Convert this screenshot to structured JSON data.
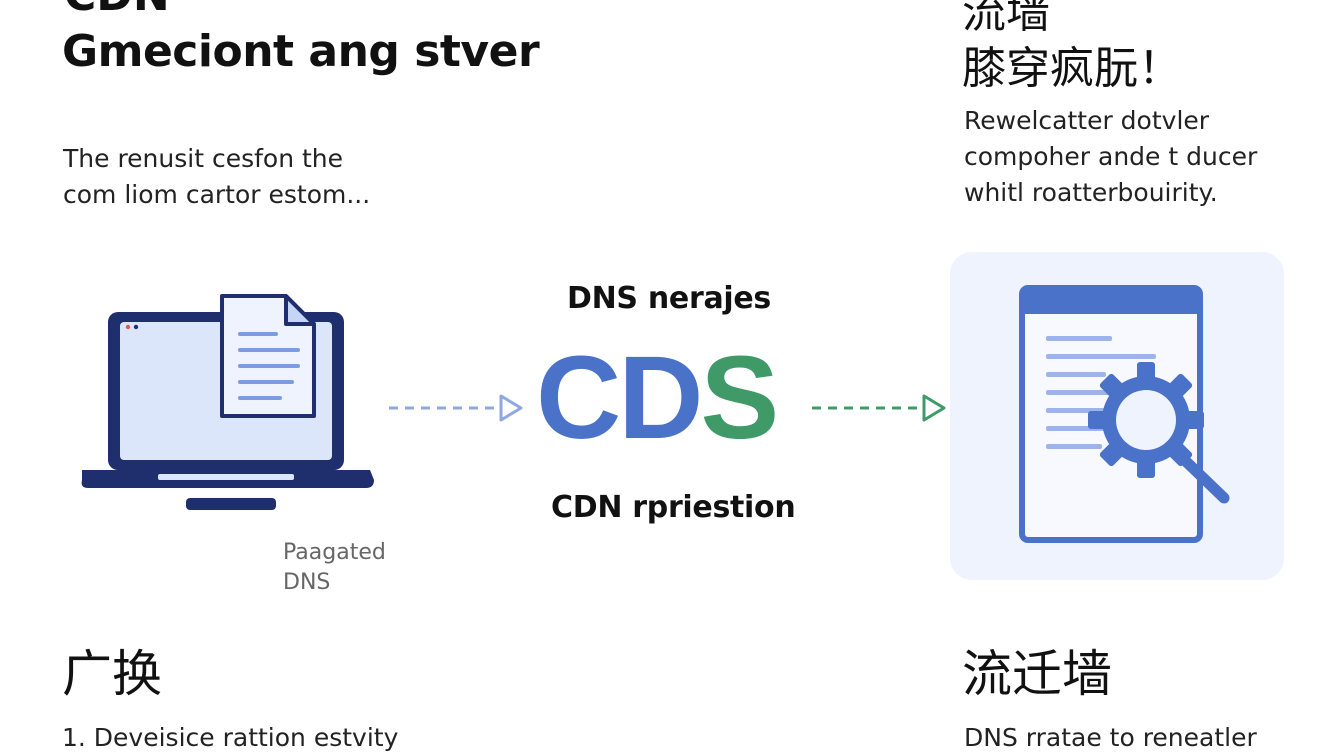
{
  "left_column": {
    "top_clipped": "CDN",
    "heading": "Gmeciont ang stver",
    "description": [
      "The renusit cesfon the",
      "com liom cartor estom..."
    ],
    "caption": [
      "Paagated",
      "DNS"
    ],
    "bottom_heading": "广换",
    "bottom_text": "1. Deveisice rattion estvity"
  },
  "right_column": {
    "top_clipped": "流墙",
    "cjk_heading": "膝穿疯朊！",
    "description": [
      "Rewelcatter dotvler",
      "compoher ande t ducer",
      "whitl roatterbouirity."
    ],
    "bottom_heading": "流迁墙",
    "bottom_text": "DNS rratae to reneatler"
  },
  "center": {
    "top_label": "DNS nerajes",
    "main_label": {
      "c": "C",
      "d": "D",
      "s": "S"
    },
    "bottom_label": "CDN rpriestion"
  },
  "icons": {
    "left": "laptop-with-document-icon",
    "right": "document-search-gear-icon"
  },
  "colors": {
    "blue": "#4a72c8",
    "green": "#3f9a67",
    "navy": "#1f2f6e",
    "light_blue": "#dbe6fb"
  }
}
